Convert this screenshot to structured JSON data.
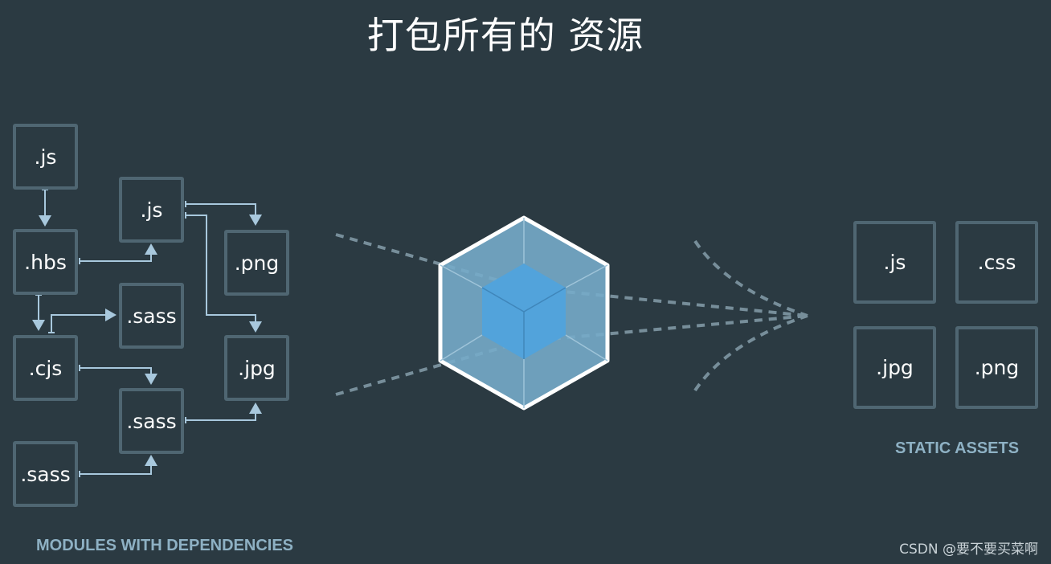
{
  "title": "打包所有的 资源",
  "modules": {
    "caption": "MODULES WITH DEPENDENCIES",
    "items": [
      ".js",
      ".hbs",
      ".cjs",
      ".sass",
      ".js",
      ".sass",
      ".sass",
      ".png",
      ".jpg"
    ]
  },
  "assets": {
    "caption": "STATIC ASSETS",
    "items": [
      ".js",
      ".css",
      ".jpg",
      ".png"
    ]
  },
  "watermark": "CSDN @要不要买菜啊",
  "colors": {
    "background": "#2b3a42",
    "box_border": "#4f6672",
    "arrow": "#a8c8dd",
    "cube_outer": "#75abc9",
    "cube_inner": "#52a3db",
    "caption": "#8eb1c4"
  }
}
